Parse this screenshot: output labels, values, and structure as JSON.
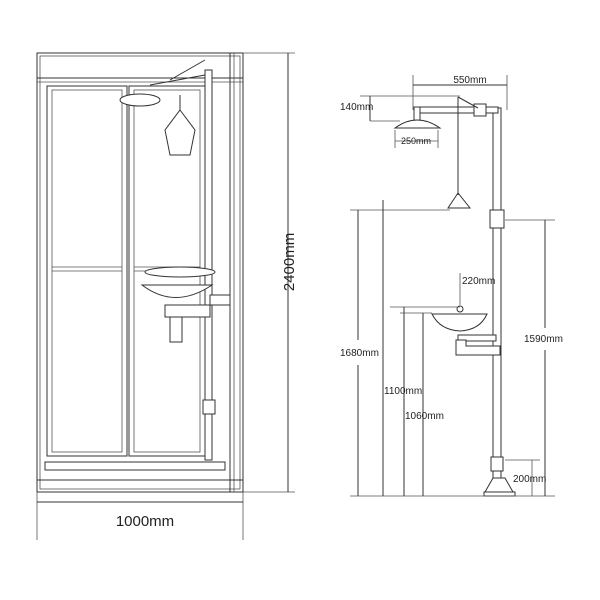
{
  "front_view": {
    "height_label": "2400mm",
    "width_label": "1000mm"
  },
  "side_view": {
    "arm_length_label": "550mm",
    "head_drop_label": "140mm",
    "head_diameter_label": "250mm",
    "eyewash_offset_label": "220mm",
    "pull_handle_height_label": "1680mm",
    "valve_height_label": "1590mm",
    "bowl_rim_height_label": "1100mm",
    "bowl_height_label": "1060mm",
    "foot_valve_height_label": "200mm"
  },
  "colors": {
    "line": "#333333",
    "background": "#ffffff"
  }
}
